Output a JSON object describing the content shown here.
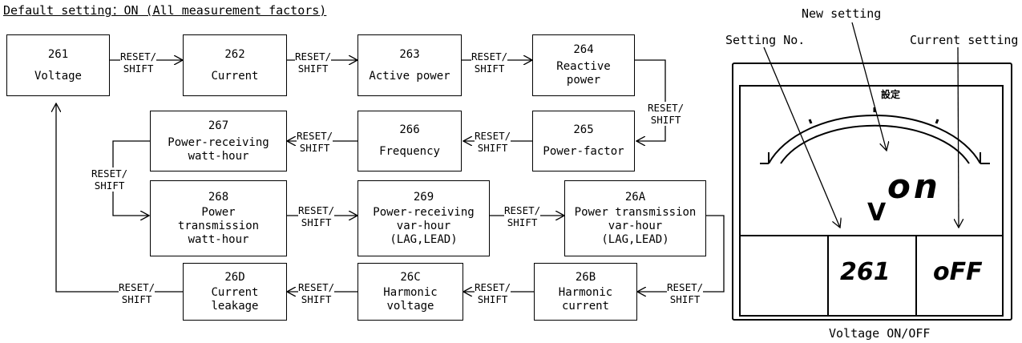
{
  "header": "Default setting：ON (All measurement factors)",
  "arrow_label": [
    "RESET/",
    "SHIFT"
  ],
  "boxes": [
    {
      "num": "261",
      "lines": [
        "Voltage"
      ]
    },
    {
      "num": "262",
      "lines": [
        "Current"
      ]
    },
    {
      "num": "263",
      "lines": [
        "Active power"
      ]
    },
    {
      "num": "264",
      "lines": [
        "Reactive",
        "power"
      ]
    },
    {
      "num": "265",
      "lines": [
        "Power-factor"
      ]
    },
    {
      "num": "266",
      "lines": [
        "Frequency"
      ]
    },
    {
      "num": "267",
      "lines": [
        "Power-receiving",
        "watt-hour"
      ]
    },
    {
      "num": "268",
      "lines": [
        "Power",
        "transmission",
        "watt-hour"
      ]
    },
    {
      "num": "269",
      "lines": [
        "Power-receiving",
        "var-hour",
        "(LAG,LEAD)"
      ]
    },
    {
      "num": "26A",
      "lines": [
        "Power transmission",
        "var-hour",
        "(LAG,LEAD)"
      ]
    },
    {
      "num": "26B",
      "lines": [
        "Harmonic",
        "current"
      ]
    },
    {
      "num": "26C",
      "lines": [
        "Harmonic",
        "voltage"
      ]
    },
    {
      "num": "26D",
      "lines": [
        "Current",
        "leakage"
      ]
    }
  ],
  "display": {
    "label_new_setting": "New setting",
    "label_setting_no": "Setting No.",
    "label_current_setting": "Current setting",
    "kanji_badge": "設定",
    "main_value": "on",
    "unit": "V",
    "setting_no_value": "261",
    "current_value": "oFF",
    "caption": "Voltage ON/OFF"
  }
}
